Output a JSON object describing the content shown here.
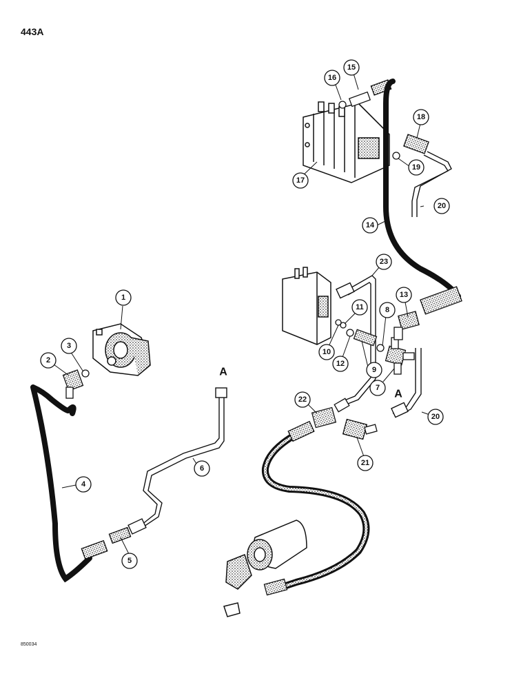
{
  "page_ref": "443A",
  "drawing_code": "850034",
  "callouts": [
    "1",
    "2",
    "3",
    "4",
    "5",
    "6",
    "7",
    "8",
    "9",
    "10",
    "11",
    "12",
    "13",
    "14",
    "15",
    "16",
    "17",
    "18",
    "19",
    "20",
    "20",
    "21",
    "22",
    "23"
  ],
  "connection_letters": [
    "A",
    "A"
  ],
  "colors": {
    "ink": "#111111",
    "background": "#ffffff"
  }
}
